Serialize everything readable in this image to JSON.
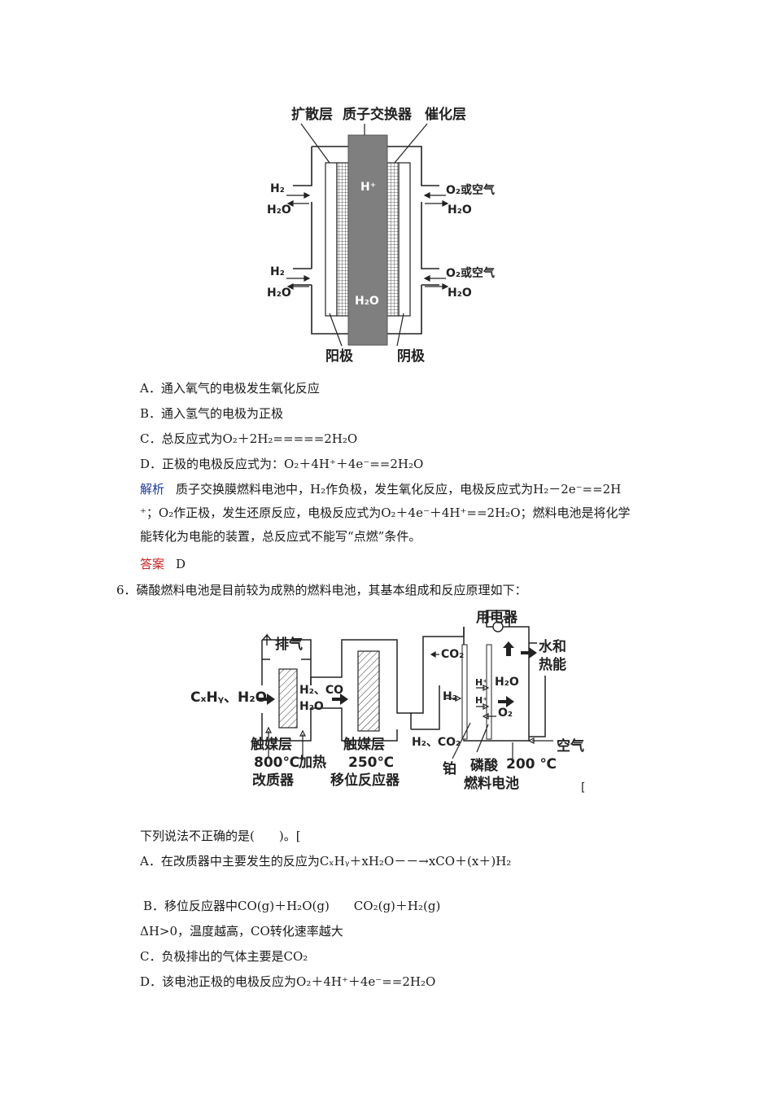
{
  "figure1": {
    "top_labels": [
      "扩散层",
      "质子交换器",
      "催化层"
    ],
    "left_in": "H₂",
    "left_out": "H₂O",
    "right_in": "O₂或空气",
    "right_out": "H₂O",
    "proton": "H⁺",
    "water": "H₂O",
    "anode": "阳极",
    "cathode": "阴极"
  },
  "q5": {
    "options": [
      "A．通入氧气的电极发生氧化反应",
      "B．通入氢气的电极为正极",
      "C．总反应式为O₂＋2H₂=====2H₂O",
      "D．正极的电极反应式为：O₂＋4H⁺＋4e⁻==2H₂O"
    ],
    "analysis_label": "解析",
    "analysis_lines": [
      "质子交换膜燃料电池中，H₂作负极，发生氧化反应，电极反应式为H₂－2e⁻==2H",
      "⁺；O₂作正极，发生还原反应，电极反应式为O₂＋4e⁻＋4H⁺==2H₂O；燃料电池是将化学",
      "能转化为电能的装置，总反应式不能写“点燃”条件。"
    ],
    "answer_label": "答案",
    "answer": "D"
  },
  "q6": {
    "stem": "6．磷酸燃料电池是目前较为成熟的燃料电池，其基本组成和反应原理如下：",
    "question": "下列说法不正确的是(　　)。[",
    "options": [
      "A．在改质器中主要发生的反应为CₓHᵧ＋xH₂O－－→xCO＋(x＋)H₂",
      "B．移位反应器中CO(g)＋H₂O(g)　　CO₂(g)＋H₂(g)",
      "ΔH>0，温度越高，CO转化速率越大",
      "C．负极排出的气体主要是CO₂",
      "D．该电池正极的电极反应为O₂＋4H⁺＋4e⁻==2H₂O"
    ]
  },
  "figure2": {
    "device": "用电器",
    "exhaust": "排气",
    "feed": "CₓHᵧ、H₂O",
    "mid_gas_1": "H₂、CO",
    "mid_gas_2": "H₂O",
    "catalyst_1": "触媒层",
    "temp_1": "800℃",
    "heat": "加热",
    "reformer": "改质器",
    "catalyst_2": "触媒层",
    "temp_2": "250℃",
    "shift_reactor": "移位反应器",
    "outlet_gas": "H₂、CO₂",
    "co2": "CO₂",
    "h2": "H₂",
    "h_plus": "H⁺",
    "water": "H₂O",
    "o2": "O₂",
    "water_heat_1": "水和",
    "water_heat_2": "热能",
    "air": "空气",
    "platinum": "铂",
    "acid_1": "磷酸",
    "acid_2": "燃料电池",
    "temp_3": "200 ℃",
    "bracket": "["
  }
}
